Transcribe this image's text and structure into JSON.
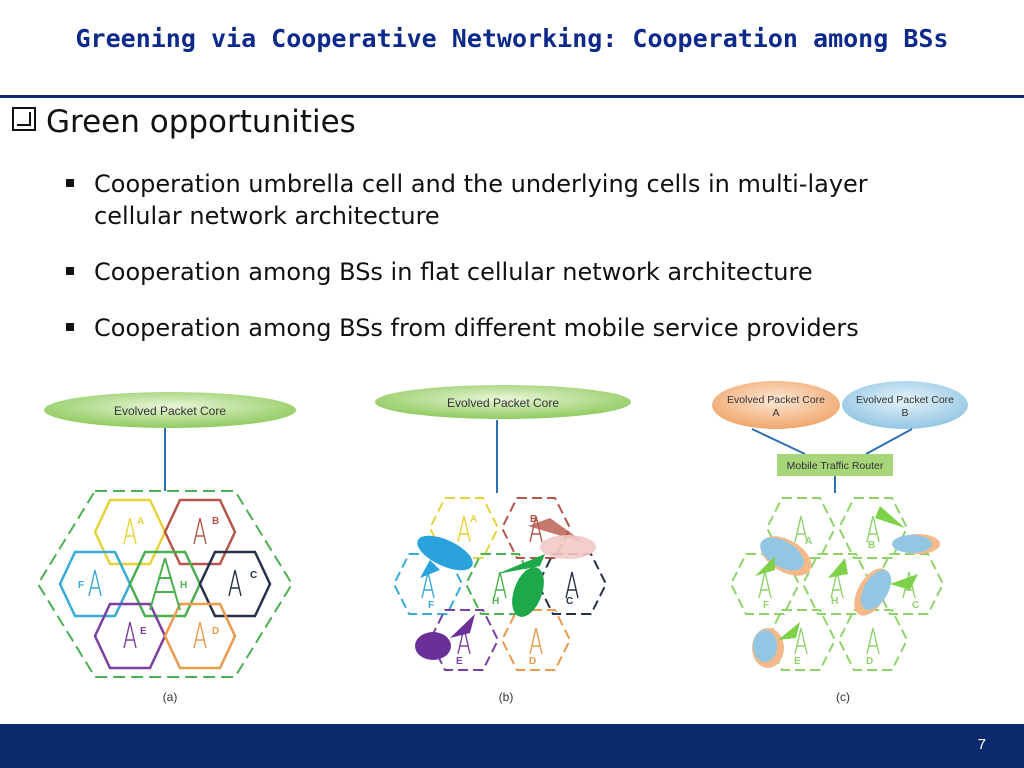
{
  "slide": {
    "title": "Greening via Cooperative Networking: Cooperation among BSs",
    "heading": "Green opportunities",
    "bullets": [
      "Cooperation umbrella cell and the underlying cells in multi-layer cellular network architecture",
      "Cooperation among BSs in flat cellular network architecture",
      "Cooperation among BSs from different mobile service providers"
    ],
    "page_number": "7"
  },
  "figure": {
    "a": {
      "caption": "(a)",
      "core": "Evolved Packet Core",
      "cells": [
        "A",
        "B",
        "C",
        "D",
        "E",
        "F",
        "H"
      ]
    },
    "b": {
      "caption": "(b)",
      "core": "Evolved Packet Core",
      "cells": [
        "A",
        "B",
        "C",
        "D",
        "E",
        "F",
        "H"
      ]
    },
    "c": {
      "caption": "(c)",
      "core_a": "Evolved Packet Core A",
      "core_a_line1": "Evolved Packet Core",
      "core_a_line2": "A",
      "core_b_line1": "Evolved Packet Core",
      "core_b_line2": "B",
      "router": "Mobile Traffic Router",
      "cells": [
        "A",
        "B",
        "C",
        "D",
        "E",
        "F",
        "H"
      ]
    }
  },
  "colors": {
    "title": "#0d2a8a",
    "footer": "#0b2a6e",
    "core_green": "#a6d57a",
    "core_orange": "#f4b98a",
    "core_blue": "#a9d3ea",
    "link_blue": "#2f6fb3"
  }
}
